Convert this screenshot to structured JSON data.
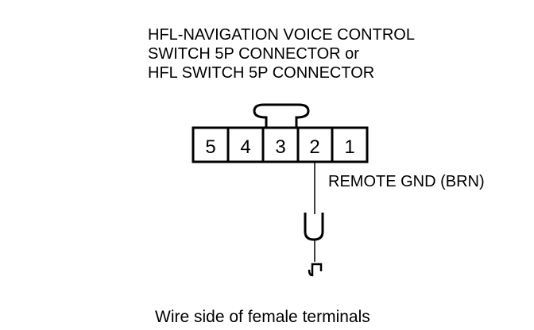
{
  "title": {
    "lines": [
      "HFL-NAVIGATION VOICE CONTROL",
      "SWITCH 5P CONNECTOR or",
      "HFL SWITCH 5P CONNECTOR"
    ]
  },
  "connector": {
    "pins": [
      "5",
      "4",
      "3",
      "2",
      "1"
    ]
  },
  "wire": {
    "label": "REMOTE GND (BRN)"
  },
  "caption": "Wire side of female terminals"
}
